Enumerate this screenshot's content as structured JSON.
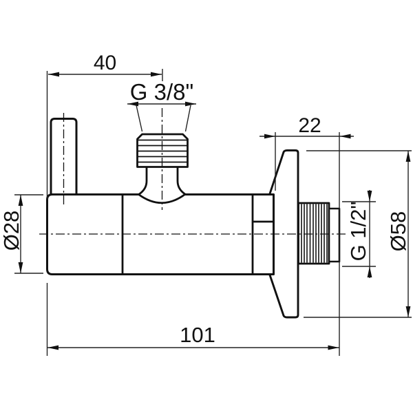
{
  "colors": {
    "line": "#111111",
    "background": "#ffffff"
  },
  "dimensions": {
    "top_offset": "40",
    "inlet_thread": "G 3/8\"",
    "wall_protrusion": "22",
    "body_diameter": "Ø28",
    "outlet_thread": "G 1/2\"",
    "rosette_diameter": "Ø58",
    "overall_length": "101"
  }
}
